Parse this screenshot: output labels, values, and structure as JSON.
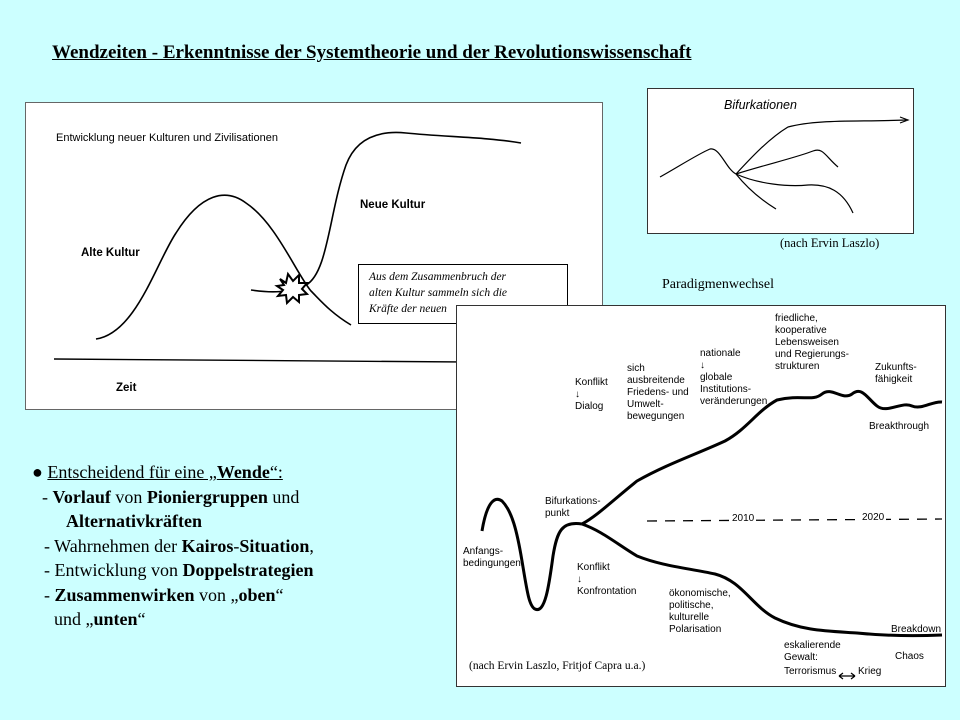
{
  "title": "Wendzeiten - Erkenntnisse der Systemtheorie und der Revolutionswissenschaft",
  "panel_culture": {
    "heading": "Entwicklung neuer Kulturen und Zivilisationen",
    "old_culture": "Alte Kultur",
    "new_culture": "Neue Kultur",
    "time": "Zeit",
    "note_line1": "Aus dem Zusammenbruch der",
    "note_line2": "alten Kultur sammeln sich die",
    "note_line3": "Kräfte der neuen"
  },
  "panel_bifurcation": {
    "label": "Bifurkationen",
    "credit": "(nach Ervin Laszlo)"
  },
  "paradigm_caption": "Paradigmenwechsel",
  "panel_paradigm": {
    "initial": [
      "Anfangs-",
      "bedingungen"
    ],
    "bifurcation_point": [
      "Bifurkations-",
      "punkt"
    ],
    "conflict_dialog": [
      "Konflikt",
      "↓",
      "Dialog"
    ],
    "movements": [
      "sich",
      "ausbreitende",
      "Friedens- und",
      "Umwelt-",
      "bewegungen"
    ],
    "institutions": [
      "nationale",
      "↓",
      "globale",
      "Institutions-",
      "veränderungen"
    ],
    "cooperative": [
      "friedliche,",
      "kooperative",
      "Lebensweisen",
      "und Regierungs-",
      "strukturen"
    ],
    "future": [
      "Zukunfts-",
      "fähigkeit"
    ],
    "breakthrough": "Breakthrough",
    "year_2010": "2010",
    "year_2020": "2020",
    "conflict_confrontation": [
      "Konflikt",
      "↓",
      "Konfrontation"
    ],
    "polarisation": [
      "ökonomische,",
      "politische,",
      "kulturelle",
      "Polarisation"
    ],
    "escalating": [
      "eskalierende",
      "Gewalt:"
    ],
    "terror": "Terrorismus",
    "war": "Krieg",
    "breakdown": "Breakdown",
    "chaos": "Chaos",
    "credit": "(nach Ervin Laszlo, Fritjof Capra u.a.)"
  },
  "bullets": {
    "intro_pre": "Entscheidend für eine „",
    "intro_bold": "Wende",
    "intro_post": "“:",
    "l1_a": "- ",
    "l1_b": "Vorlauf",
    "l1_c": " von ",
    "l1_d": "Pioniergruppen",
    "l1_e": " und",
    "l2": "Alternativkräften",
    "l3_a": "- Wahrnehmen der ",
    "l3_b": "Kairos",
    "l3_c": "-",
    "l3_d": "Situation",
    "l3_e": ",",
    "l4_a": "- Entwicklung von ",
    "l4_b": "Doppelstrategien",
    "l5_a": "- ",
    "l5_b": "Zusammenwirken",
    "l5_c": " von „",
    "l5_d": "oben",
    "l5_e": "“",
    "l6_a": "und „",
    "l6_b": "unten",
    "l6_c": "“"
  }
}
